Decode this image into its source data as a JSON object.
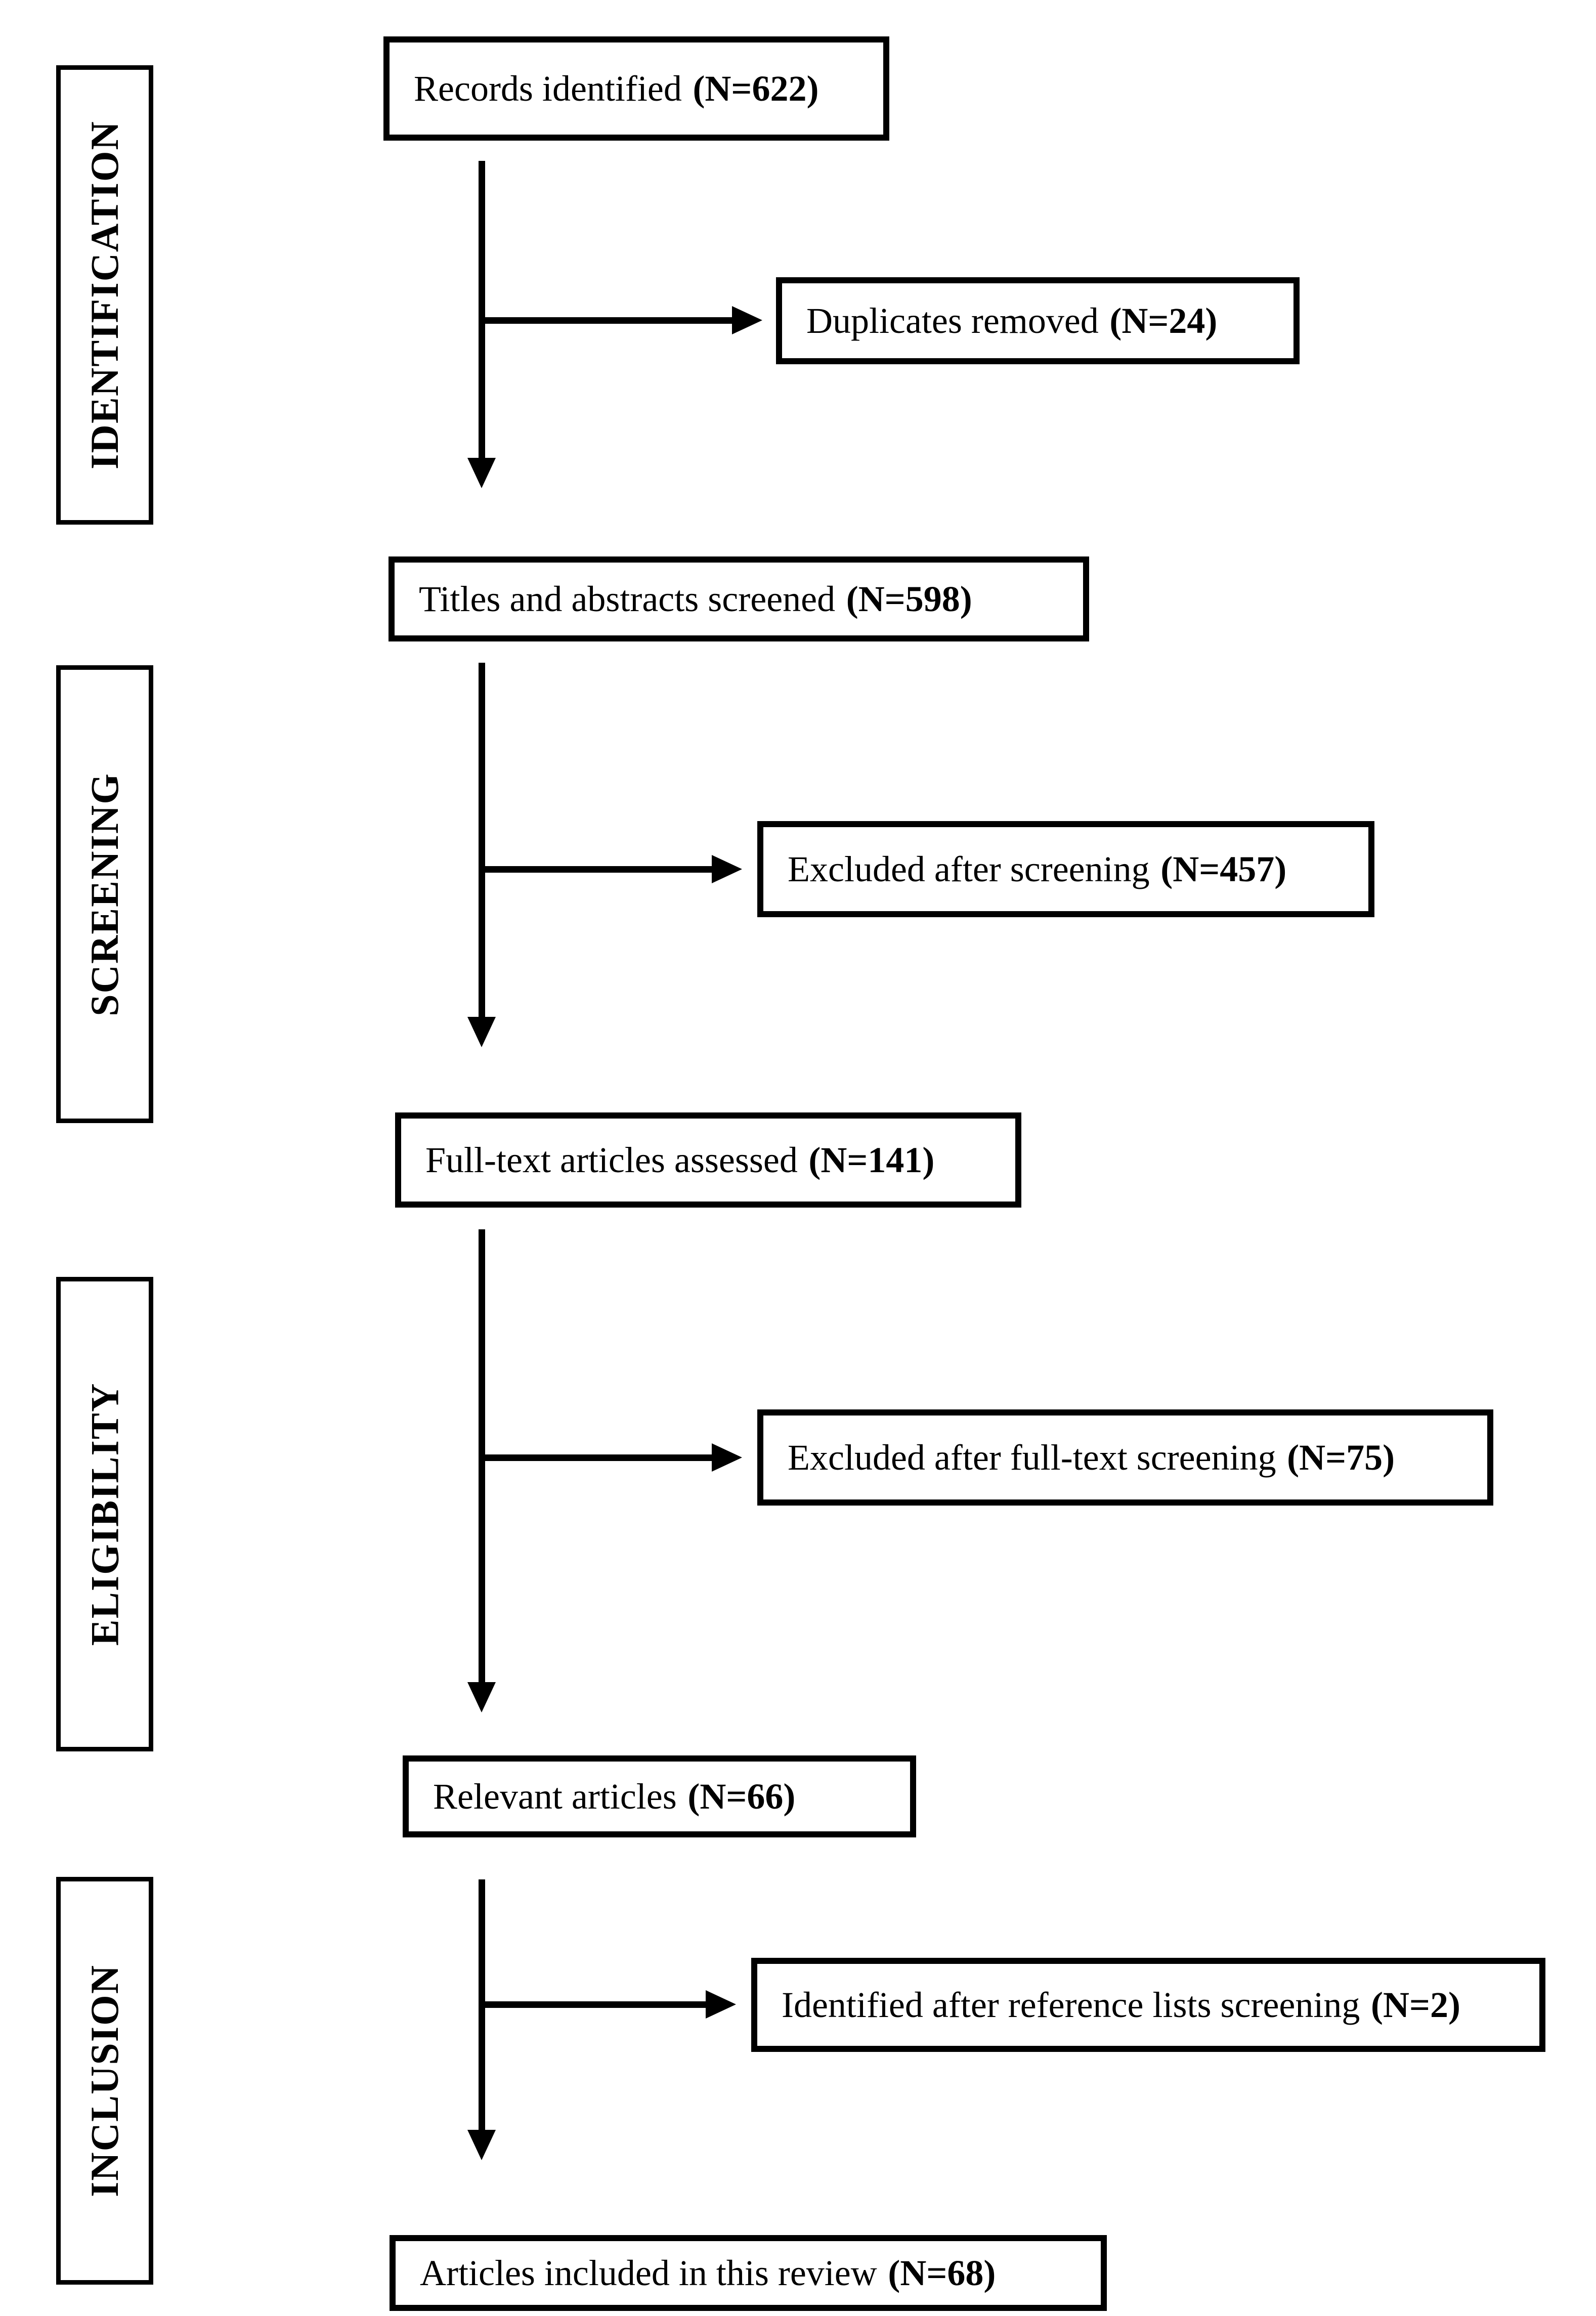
{
  "figure": {
    "type": "prisma-flow-diagram",
    "colors": {
      "ink": "#000000",
      "background": "#ffffff"
    },
    "stages": [
      {
        "id": "identification",
        "label": "IDENTIFICATION"
      },
      {
        "id": "screening",
        "label": "SCREENING"
      },
      {
        "id": "eligibility",
        "label": "ELIGIBILITY"
      },
      {
        "id": "inclusion",
        "label": "INCLUSION"
      }
    ],
    "boxes": [
      {
        "id": "records-identified",
        "label": "Records identified",
        "count": "(N=622)"
      },
      {
        "id": "duplicates-removed",
        "label": "Duplicates removed",
        "count": "(N=24)"
      },
      {
        "id": "titles-abstracts-screened",
        "label": "Titles and abstracts screened",
        "count": "(N=598)"
      },
      {
        "id": "excluded-after-screening",
        "label": "Excluded after screening",
        "count": "(N=457)"
      },
      {
        "id": "full-text-articles-assessed",
        "label": "Full-text articles assessed",
        "count": "(N=141)"
      },
      {
        "id": "excluded-after-full-text",
        "label": "Excluded after full-text screening",
        "count": "(N=75)"
      },
      {
        "id": "relevant-articles",
        "label": "Relevant articles",
        "count": "(N=66)"
      },
      {
        "id": "identified-reference-lists",
        "label": "Identified after reference lists screening",
        "count": "(N=2)"
      },
      {
        "id": "articles-included",
        "label": "Articles included in this review",
        "count": "(N=68)"
      }
    ],
    "connections": [
      {
        "from": "records-identified",
        "to": "duplicates-removed",
        "type": "branch-right"
      },
      {
        "from": "records-identified",
        "to": "titles-abstracts-screened",
        "type": "down"
      },
      {
        "from": "titles-abstracts-screened",
        "to": "excluded-after-screening",
        "type": "branch-right"
      },
      {
        "from": "titles-abstracts-screened",
        "to": "full-text-articles-assessed",
        "type": "down"
      },
      {
        "from": "full-text-articles-assessed",
        "to": "excluded-after-full-text",
        "type": "branch-right"
      },
      {
        "from": "full-text-articles-assessed",
        "to": "relevant-articles",
        "type": "down"
      },
      {
        "from": "relevant-articles",
        "to": "identified-reference-lists",
        "type": "branch-right"
      },
      {
        "from": "relevant-articles",
        "to": "articles-included",
        "type": "down"
      }
    ]
  }
}
